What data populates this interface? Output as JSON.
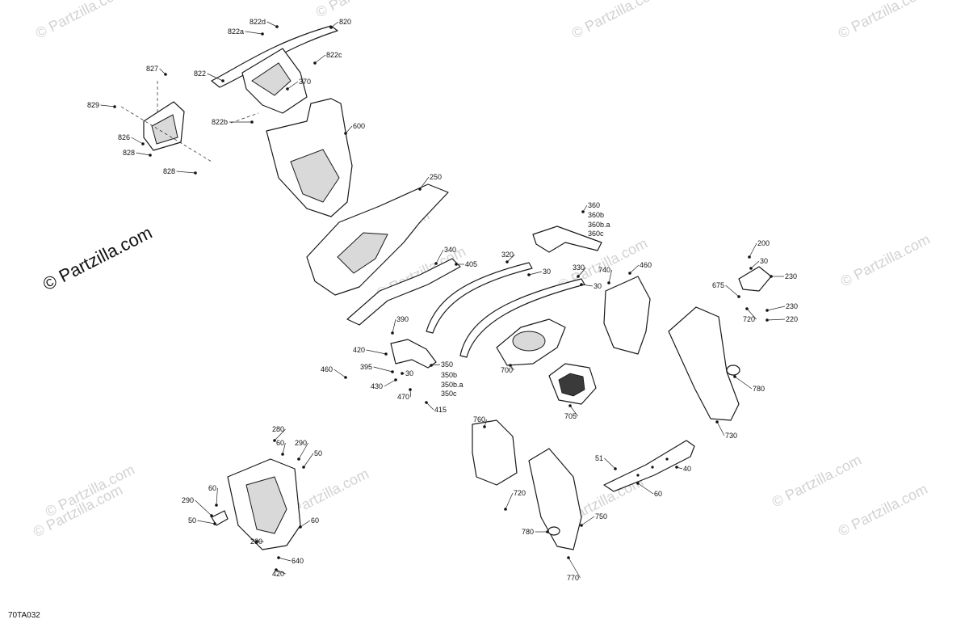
{
  "watermark_text": "© Partzilla.com",
  "diagram_code": "70TA032",
  "callouts": [
    "822d",
    "822a",
    "820",
    "822c",
    "822",
    "370",
    "822b",
    "600",
    "827",
    "829",
    "826",
    "828",
    "828",
    "250",
    "340",
    "405",
    "320",
    "30",
    "330",
    "30",
    "360",
    "360b",
    "360b.a",
    "360c",
    "740",
    "460",
    "200",
    "30",
    "230",
    "675",
    "230",
    "220",
    "720",
    "390",
    "420",
    "395",
    "430",
    "30",
    "350",
    "350b",
    "350b.a",
    "350c",
    "470",
    "415",
    "460",
    "700",
    "705",
    "780",
    "730",
    "760",
    "720",
    "51",
    "40",
    "60",
    "280",
    "60",
    "290",
    "50",
    "60",
    "290",
    "50",
    "60",
    "280",
    "640",
    "420",
    "750",
    "780",
    "770"
  ]
}
